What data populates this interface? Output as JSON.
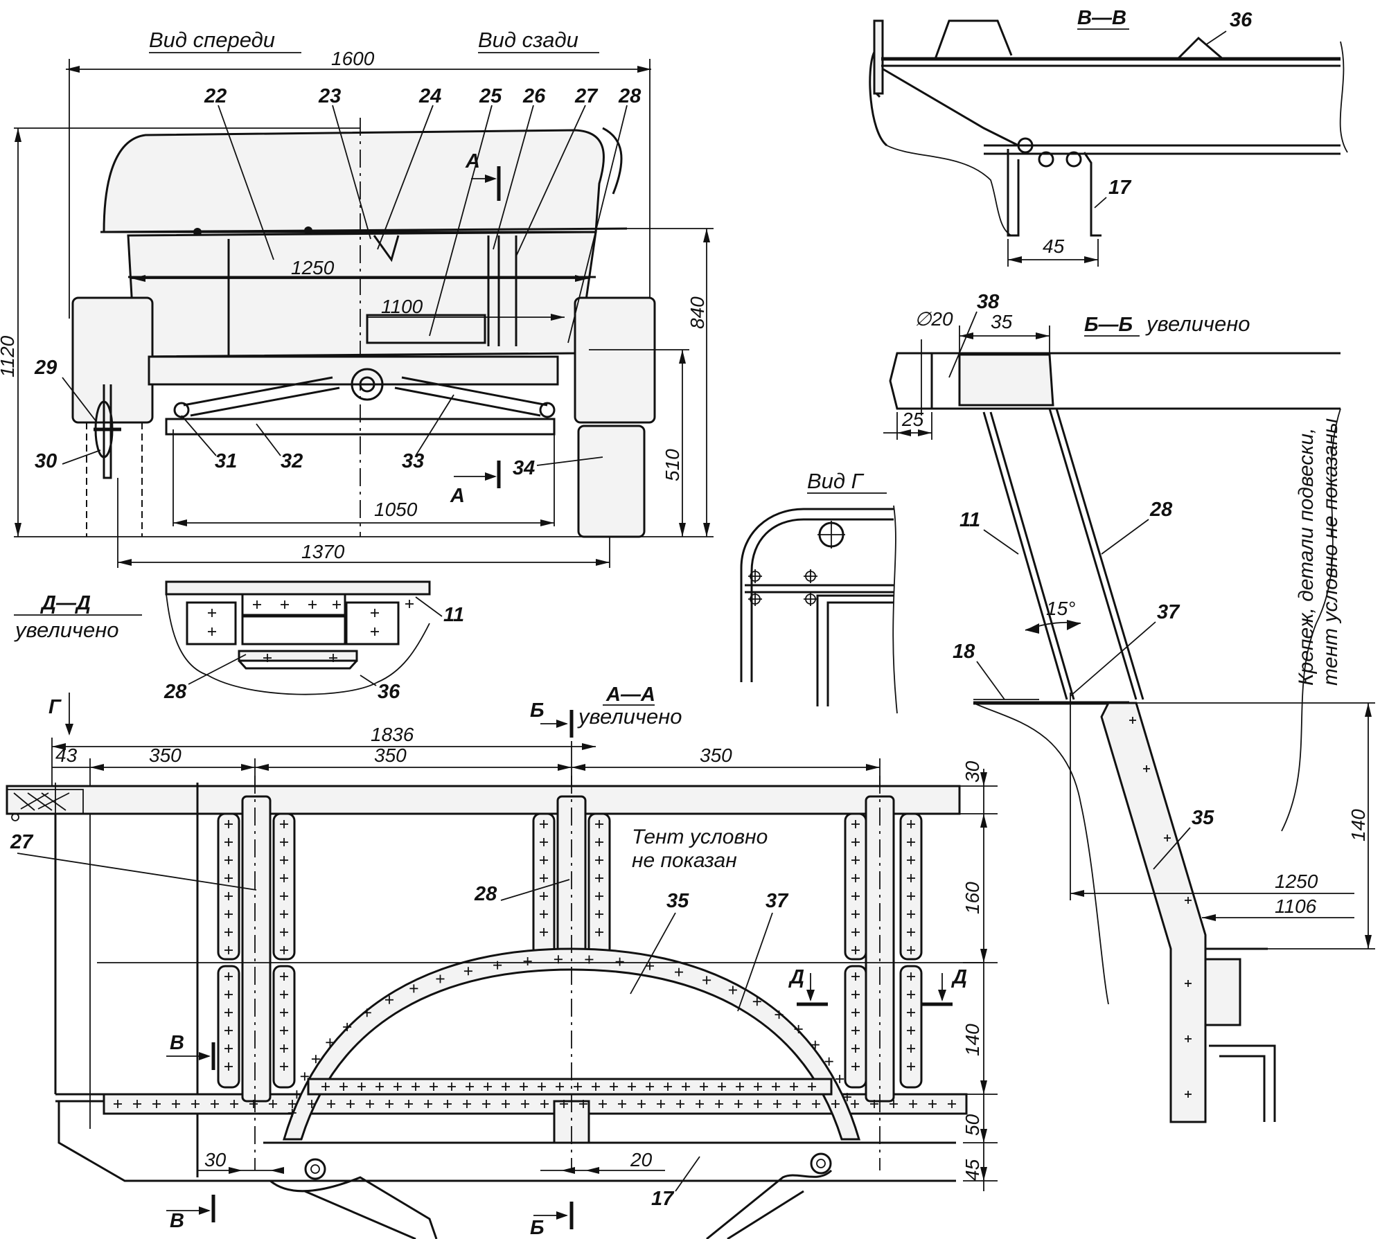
{
  "titles": {
    "front_view": "Вид спереди",
    "rear_view": "Вид сзади",
    "section_vv": "В—В",
    "section_bb": "Б—Б",
    "section_bb_suffix": "увеличено",
    "section_dd": "Д—Д",
    "section_dd_suffix": "увеличено",
    "view_g": "Вид Г",
    "section_aa": "А—А",
    "section_aa_suffix": "увеличено"
  },
  "notes": {
    "side_note_line1": "Крепеж, детали подвески,",
    "side_note_line2": "тент условно не показаны",
    "plan_note_line1": "Тент условно",
    "plan_note_line2": "не показан"
  },
  "dimensions": {
    "d1600": "1600",
    "d1250_top": "1250",
    "d1100": "1100",
    "d1050": "1050",
    "d1370": "1370",
    "d1120": "1120",
    "d840": "840",
    "d510": "510",
    "d45_vv": "45",
    "dia20": "∅20",
    "d35_bb": "35",
    "d25_bb": "25",
    "angle15": "15°",
    "d140_bb": "140",
    "d1250_bb": "1250",
    "d1106": "1106",
    "d1836": "1836",
    "d43": "43",
    "d350_a": "350",
    "d350_b": "350",
    "d350_c": "350",
    "d30_r": "30",
    "d160": "160",
    "d140_r": "140",
    "d50": "50",
    "d45_r": "45",
    "d30_b": "30",
    "d20_b": "20"
  },
  "section_marks": {
    "A": "А",
    "B": "Б",
    "V": "В",
    "G": "Г",
    "D": "Д"
  },
  "callouts": {
    "c11": "11",
    "c17": "17",
    "c18": "18",
    "c22": "22",
    "c23": "23",
    "c24": "24",
    "c25": "25",
    "c26": "26",
    "c27": "27",
    "c28": "28",
    "c29": "29",
    "c30": "30",
    "c31": "31",
    "c32": "32",
    "c33": "33",
    "c34": "34",
    "c35": "35",
    "c36": "36",
    "c37": "37",
    "c38": "38"
  }
}
